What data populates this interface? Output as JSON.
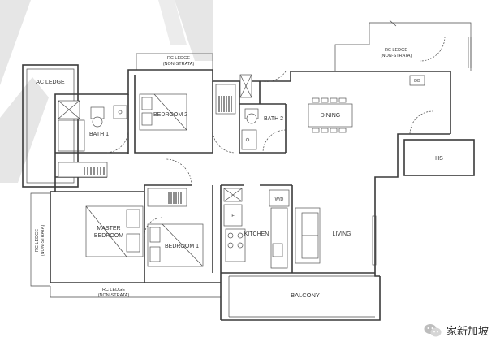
{
  "rooms": {
    "ac_ledge": "AC LEDGE",
    "bedroom2": "BEDROOM 2",
    "bath1": "BATH 1",
    "bath2": "BATH 2",
    "dining": "DINING",
    "hs": "HS",
    "db": "DB",
    "wd": "W/D",
    "fridge": "F",
    "master_bedroom_line1": "MASTER",
    "master_bedroom_line2": "BEDROOM",
    "bedroom1": "BEDROOM 1",
    "kitchen": "KITCHEN",
    "living": "LIVING",
    "balcony": "BALCONY"
  },
  "ledges": {
    "top_line1": "RC LEDGE",
    "top_line2": "(NON-STRATA)",
    "right_line1": "RC LEDGE",
    "right_line2": "(NON-STRATA)",
    "left_line1": "RC LEDGE",
    "left_line2": "(NON-STRATA)",
    "bottom_line1": "RC LEDGE",
    "bottom_line2": "(NON-STRATA)"
  },
  "watermark": {
    "text": "家新加坡"
  },
  "colors": {
    "wall": "#3a3a3a",
    "background_shape": "#e4e4e4"
  }
}
